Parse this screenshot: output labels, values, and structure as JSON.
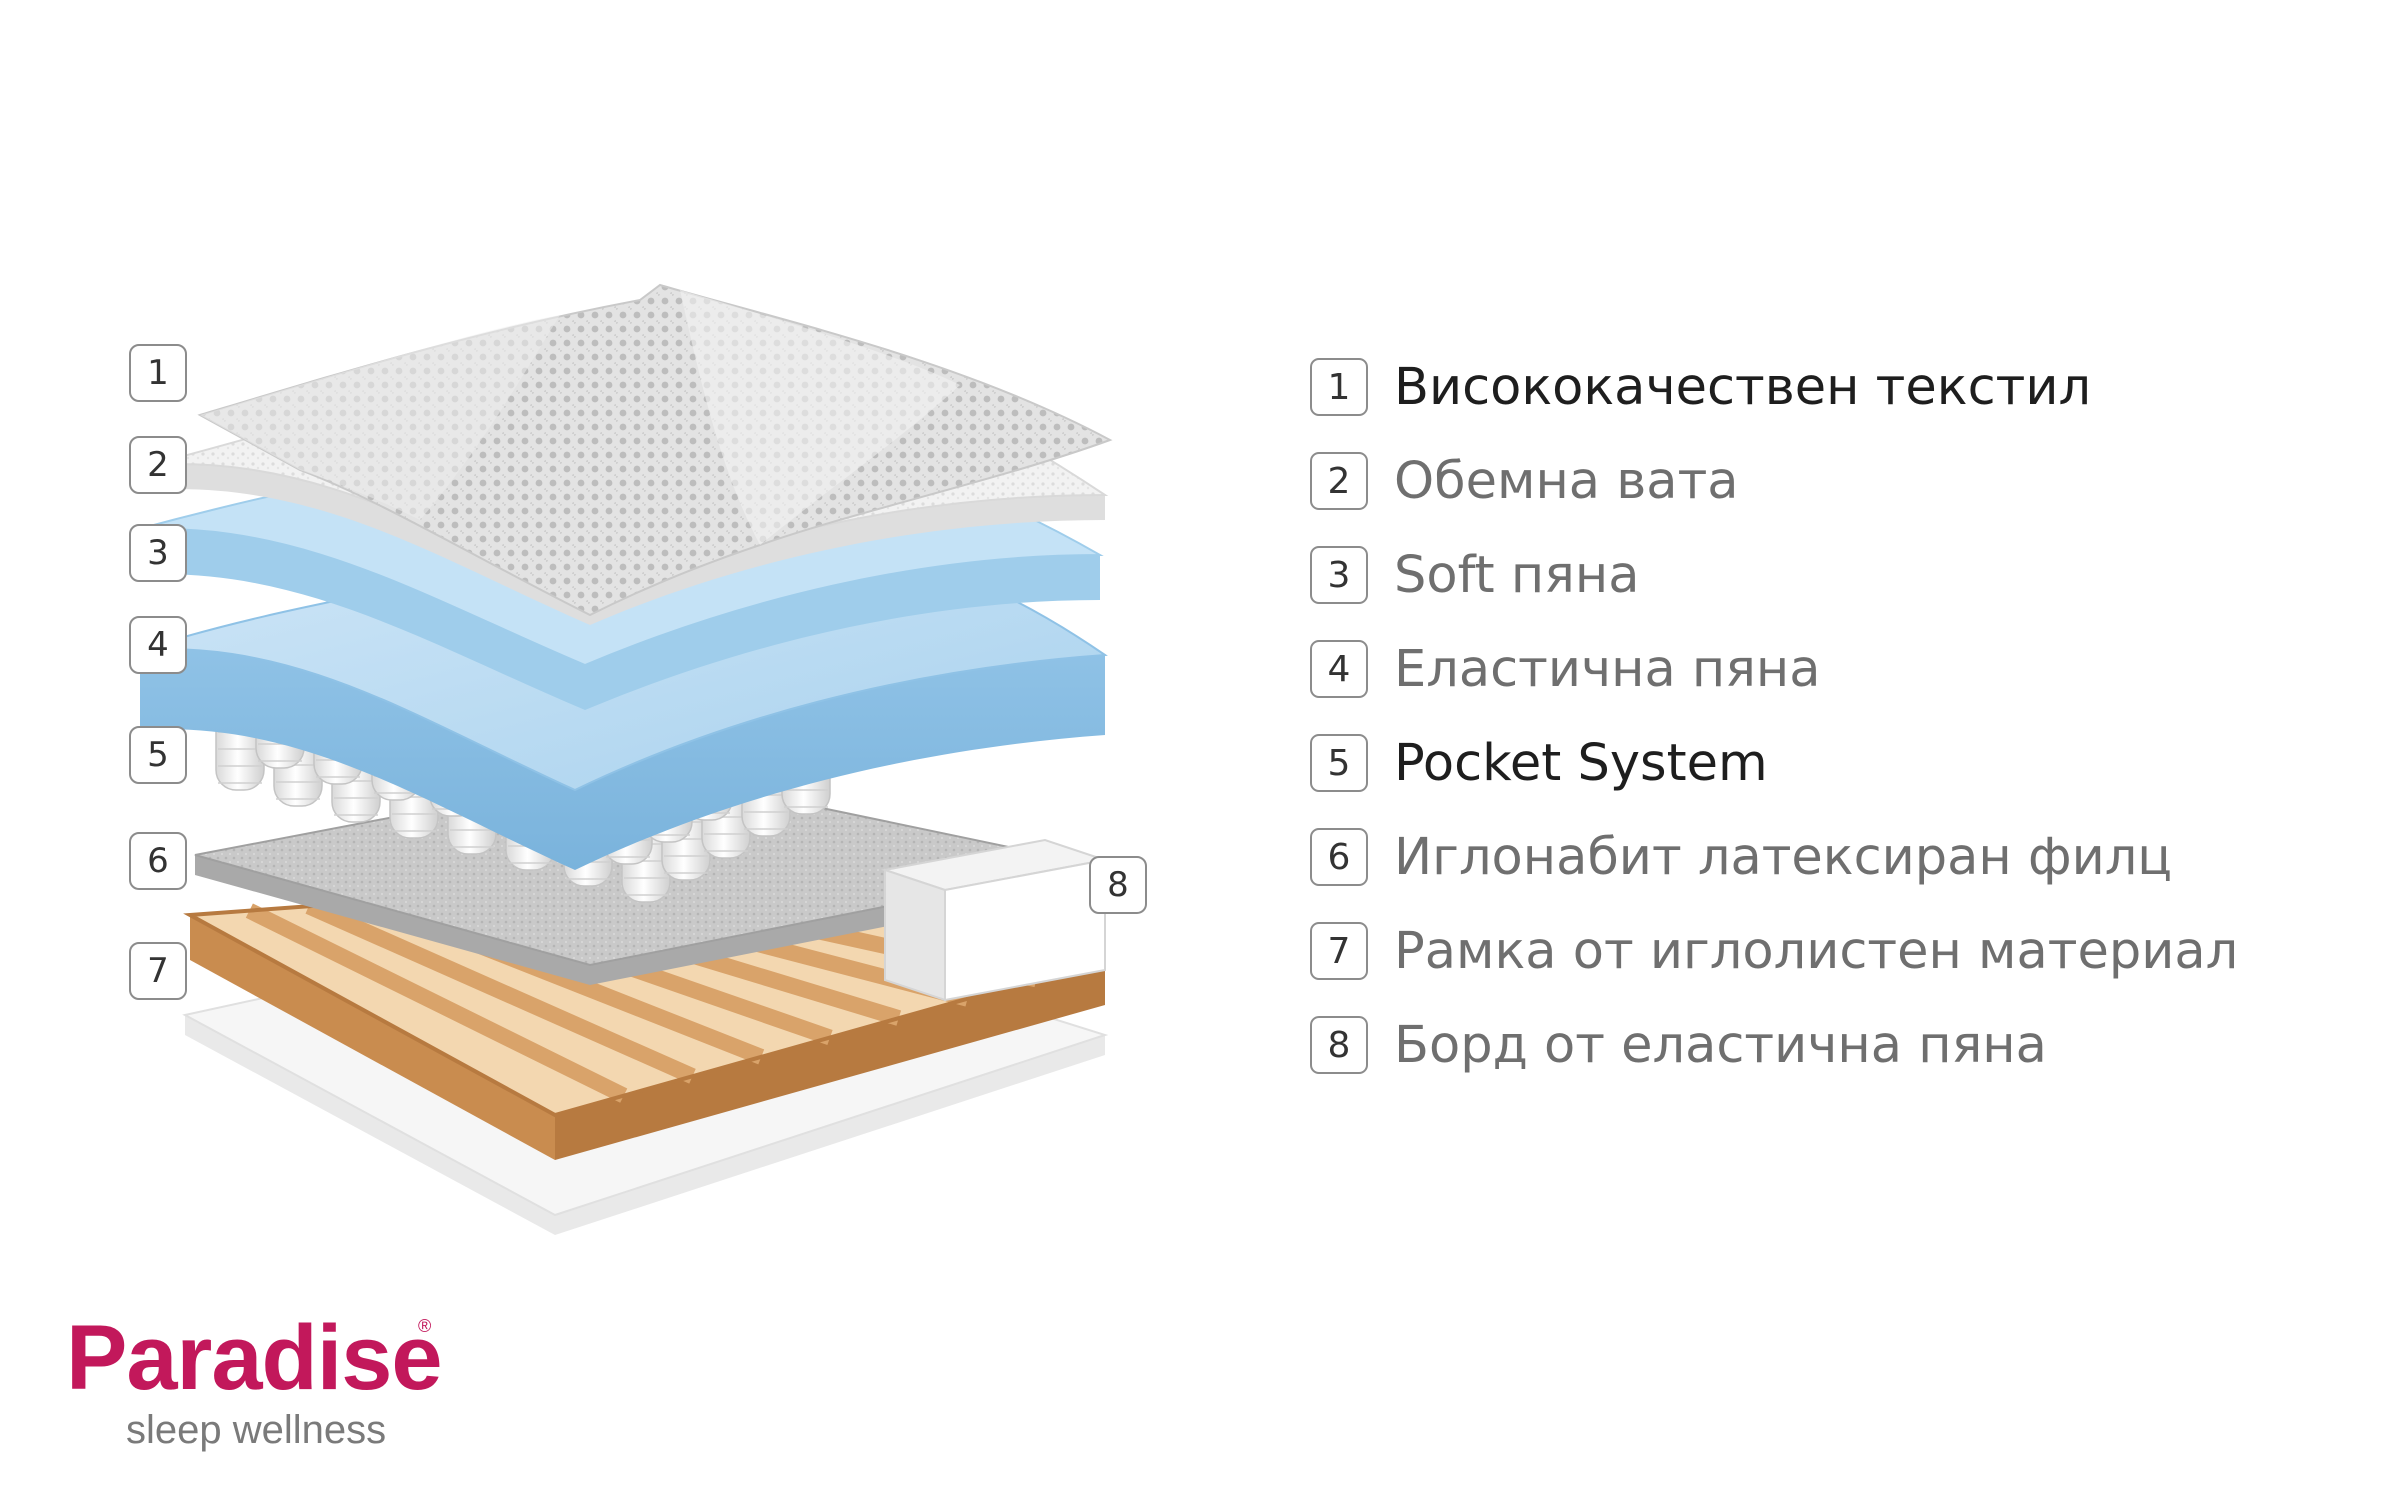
{
  "diagram_numbers": [
    "1",
    "2",
    "3",
    "4",
    "5",
    "6",
    "7",
    "8"
  ],
  "legend": [
    {
      "num": "1",
      "label": "Висококачествен текстил",
      "emphasis": true
    },
    {
      "num": "2",
      "label": "Обемна вата",
      "emphasis": false
    },
    {
      "num": "3",
      "label": "Soft пяна",
      "emphasis": false
    },
    {
      "num": "4",
      "label": "Еластична пяна",
      "emphasis": false
    },
    {
      "num": "5",
      "label": "Pocket System",
      "emphasis": true
    },
    {
      "num": "6",
      "label": "Иглонабит латексиран филц",
      "emphasis": false
    },
    {
      "num": "7",
      "label": "Рамка от иглолистен материал",
      "emphasis": false
    },
    {
      "num": "8",
      "label": "Борд от еластична пяна",
      "emphasis": false
    }
  ],
  "brand": {
    "name": "Paradise",
    "registered": "®",
    "tagline": "sleep wellness"
  },
  "colors": {
    "brand": "#c2185b",
    "foam": "#a9d2ee",
    "wood": "#d9a36a",
    "text_light": "#6f6f6f",
    "text_dark": "#1e1e1e"
  }
}
